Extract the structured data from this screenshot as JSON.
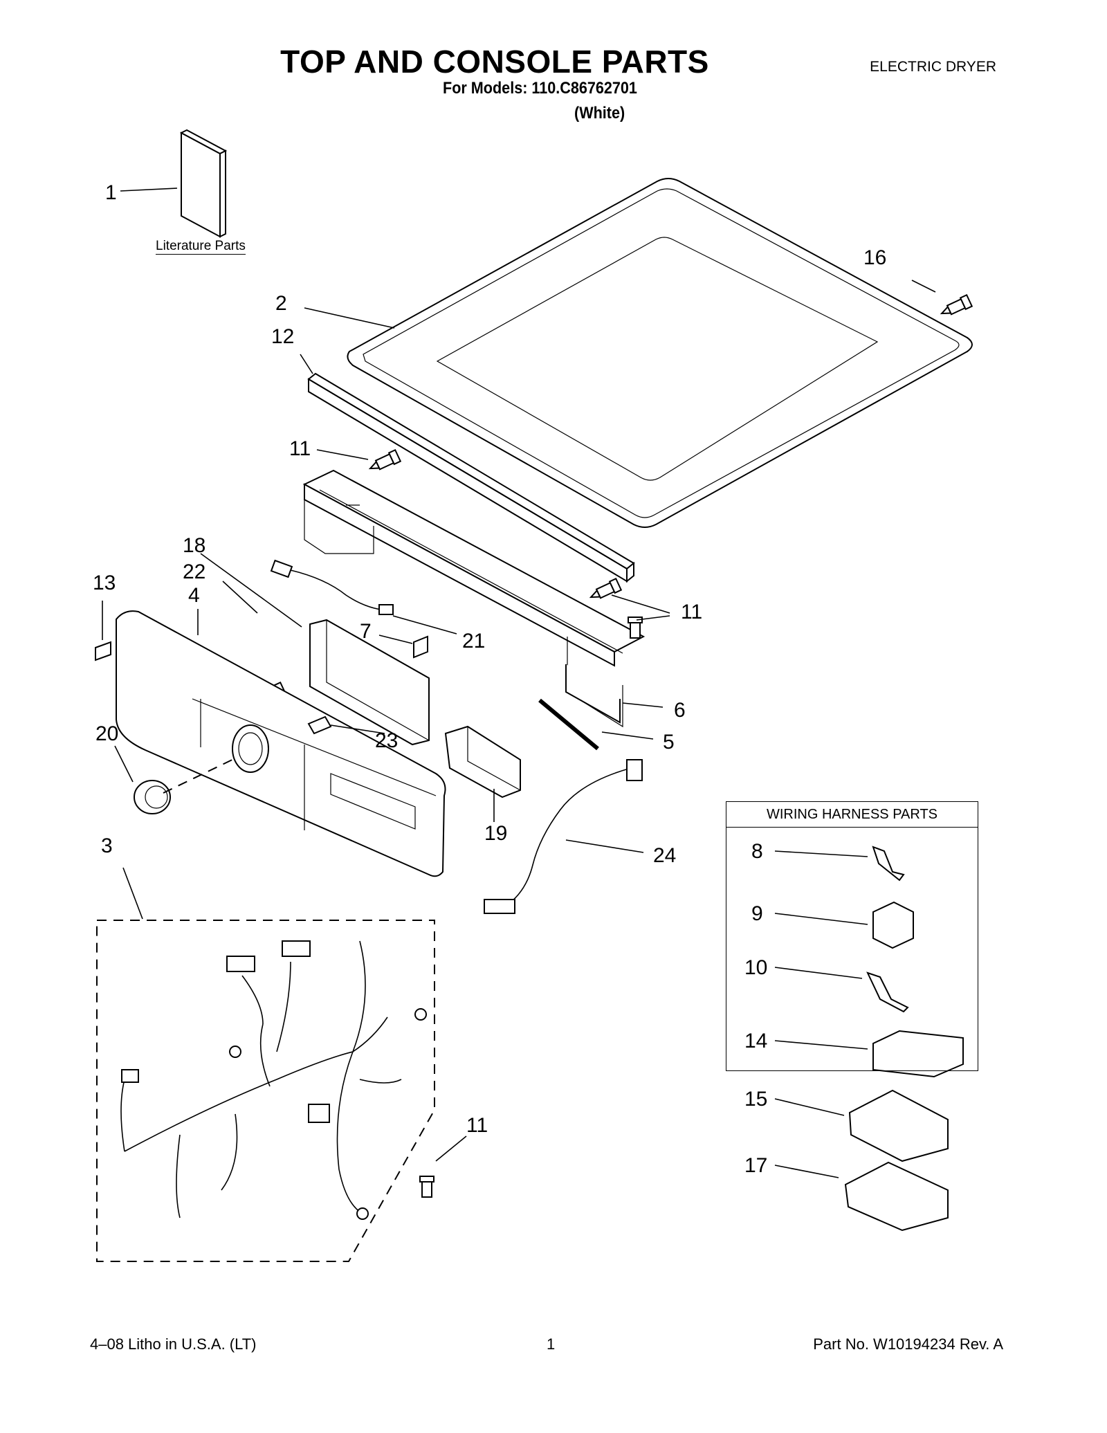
{
  "header": {
    "title": "TOP AND CONSOLE PARTS",
    "appliance_type": "ELECTRIC DRYER",
    "models_line": "For Models: 110.C86762701",
    "color_line": "(White)"
  },
  "literature_label": "Literature Parts",
  "wiring_harness_box": {
    "title": "WIRING HARNESS PARTS"
  },
  "callouts": [
    "1",
    "2",
    "12",
    "16",
    "11",
    "18",
    "22",
    "13",
    "4",
    "7",
    "21",
    "11",
    "6",
    "23",
    "5",
    "20",
    "19",
    "24",
    "3",
    "11",
    "8",
    "9",
    "10",
    "14",
    "15",
    "17"
  ],
  "footer": {
    "left": "4–08 Litho in U.S.A. (LT)",
    "page": "1",
    "right": "Part No. W10194234 Rev. A"
  }
}
